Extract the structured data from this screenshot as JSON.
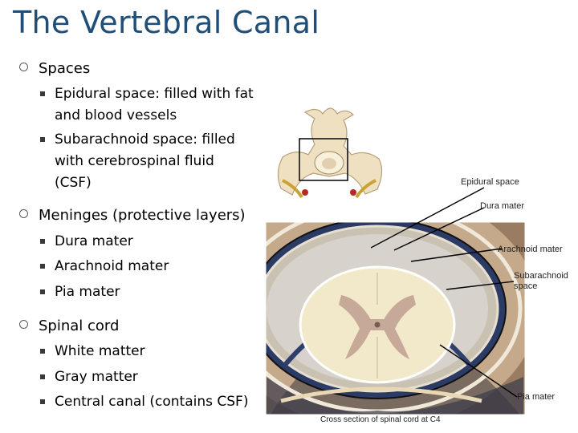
{
  "title": "The Vertebral Canal",
  "bullets": [
    {
      "label": "Spaces",
      "subs": [
        "Epidural space: filled with fat and blood vessels",
        "Subarachnoid space: filled with cerebrospinal fluid (CSF)"
      ]
    },
    {
      "label": "Meninges (protective layers)",
      "subs": [
        "Dura mater",
        "Arachnoid mater",
        "Pia mater"
      ]
    },
    {
      "label": "Spinal cord",
      "subs": [
        "White matter",
        "Gray matter",
        "Central canal (contains CSF)"
      ]
    }
  ],
  "figure": {
    "labels": {
      "epidural": "Epidural space",
      "dura": "Dura mater",
      "arachnoid": "Arachnoid mater",
      "subarachnoid": "Subarachnoid space",
      "pia": "Pia mater"
    },
    "caption": "Cross section of spinal cord at C4"
  }
}
